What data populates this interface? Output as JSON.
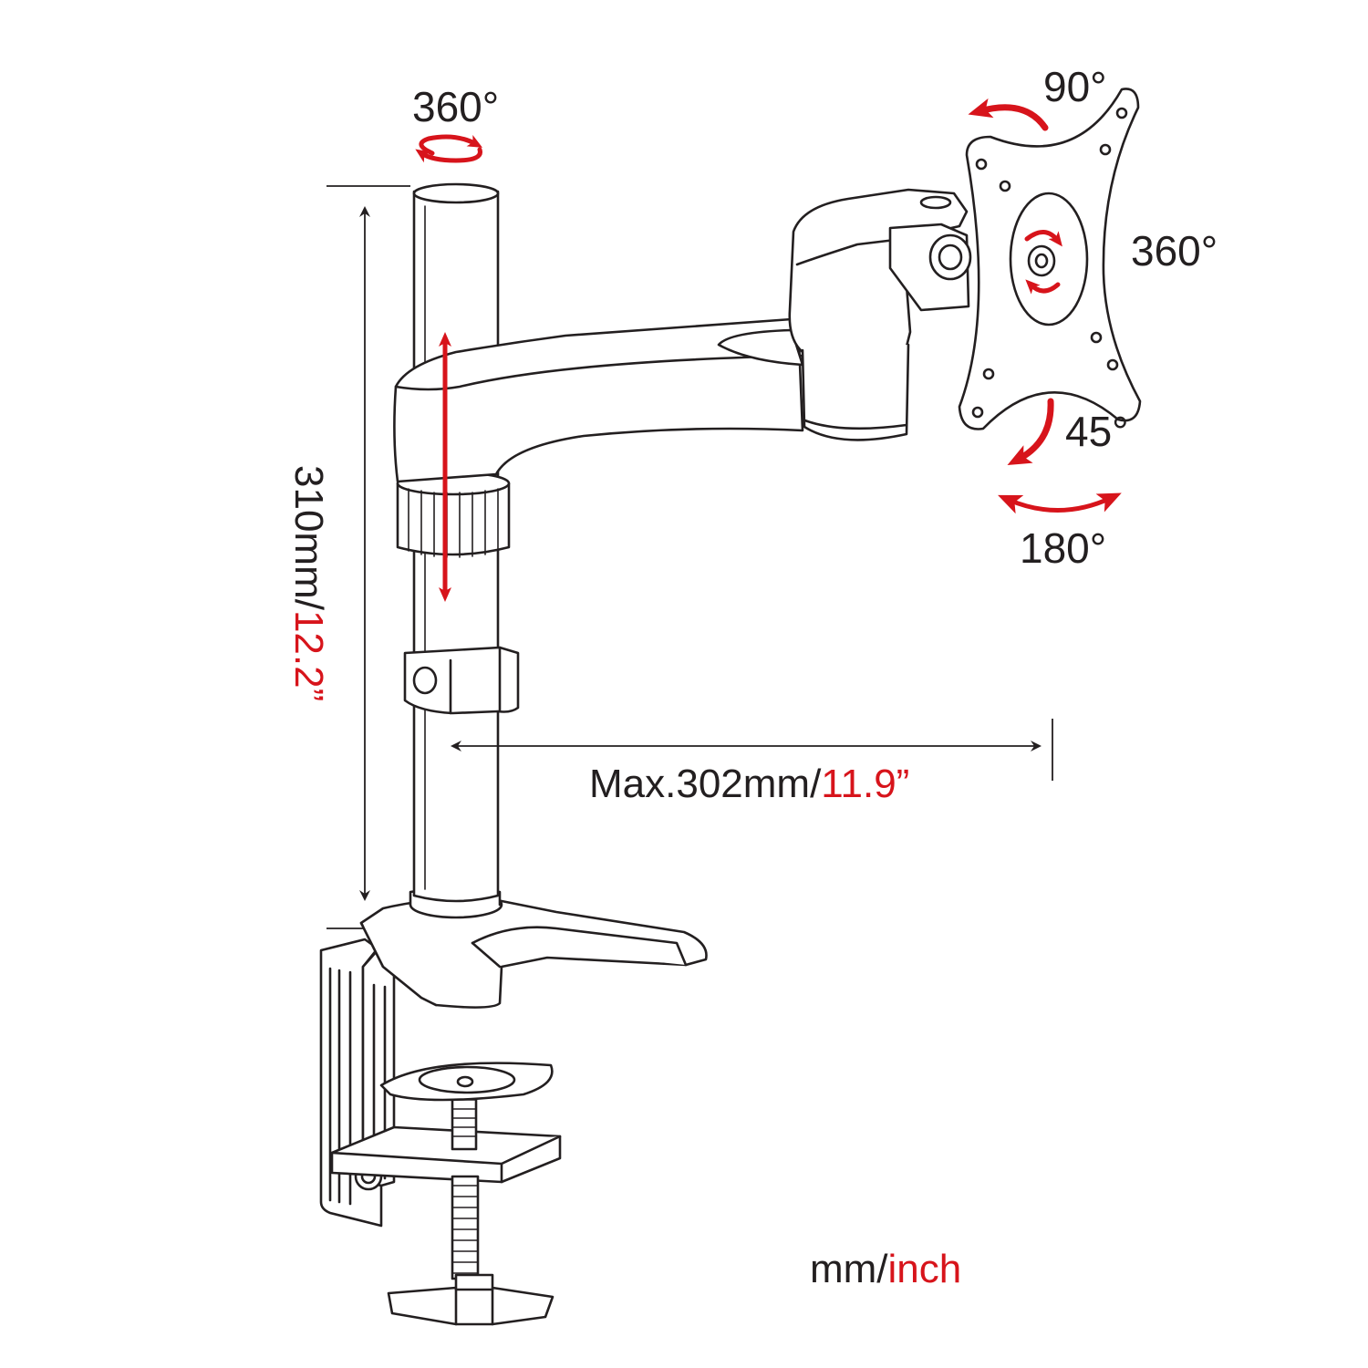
{
  "rotations": {
    "pole_top": "360°",
    "plate_tilt_top": "90°",
    "plate_rotate": "360°",
    "plate_tilt": "45°",
    "plate_swivel": "180°"
  },
  "height_dimension": {
    "metric": "310mm/",
    "imperial": "12.2”"
  },
  "reach_dimension": {
    "metric": "Max.302mm/",
    "imperial": "11.9”"
  },
  "units_legend": {
    "metric": "mm/",
    "imperial": "inch"
  },
  "colors": {
    "line": "#231f20",
    "accent": "#d7141b"
  }
}
